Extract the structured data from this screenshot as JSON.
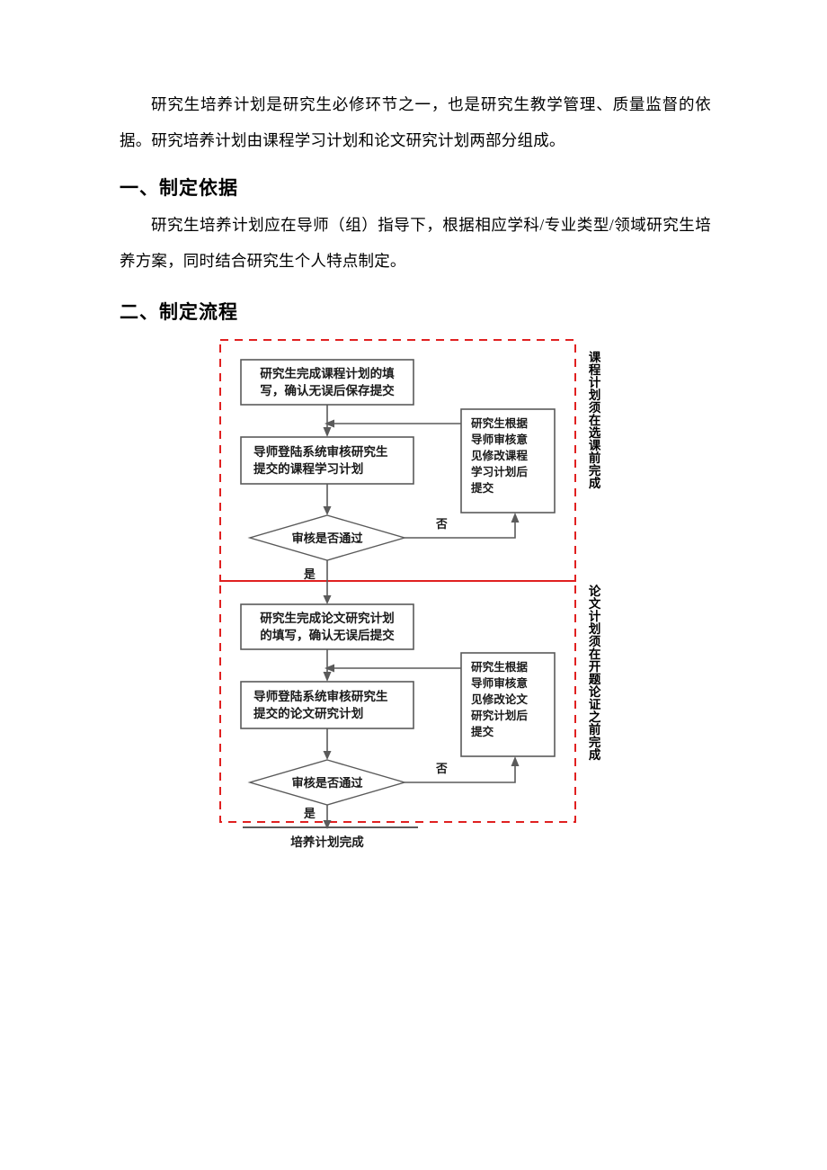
{
  "document": {
    "intro_paragraph": "研究生培养计划是研究生必修环节之一，也是研究生教学管理、质量监督的依据。研究培养计划由课程学习计划和论文研究计划两部分组成。",
    "sections": [
      {
        "heading": "一、制定依据",
        "body": "研究生培养计划应在导师（组）指导下，根据相应学科/专业类型/领域研究生培养方案，同时结合研究生个人特点制定。"
      },
      {
        "heading": "二、制定流程",
        "body": ""
      }
    ]
  },
  "flowchart": {
    "accent_color": "#e02020",
    "node_border_color": "#5a5a5a",
    "course_section": {
      "vertical_label": "课程计划须在选课前完成",
      "nodes": [
        {
          "id": "course-fill",
          "line1": "研究生完成课程计划的填",
          "line2": "写，确认无误后保存提交"
        },
        {
          "id": "course-review",
          "line1": "导师登陆系统审核研究生",
          "line2": "提交的课程学习计划"
        },
        {
          "id": "course-revise",
          "line1": "研究生根据",
          "line2": "导师审核意",
          "line3": "见修改课程",
          "line4": "学习计划后",
          "line5": "提交"
        }
      ],
      "decision": "审核是否通过",
      "edge_no": "否",
      "edge_yes": "是"
    },
    "thesis_section": {
      "vertical_label": "论文计划须在开题论证之前完成",
      "nodes": [
        {
          "id": "thesis-fill",
          "line1": "研究生完成论文研究计划",
          "line2": "的填写，确认无误后提交"
        },
        {
          "id": "thesis-review",
          "line1": "导师登陆系统审核研究生",
          "line2": "提交的论文研究计划"
        },
        {
          "id": "thesis-revise",
          "line1": "研究生根据",
          "line2": "导师审核意",
          "line3": "见修改论文",
          "line4": "研究计划后",
          "line5": "提交"
        }
      ],
      "decision": "审核是否通过",
      "edge_no": "否",
      "edge_yes": "是"
    },
    "end_label": "培养计划完成"
  }
}
